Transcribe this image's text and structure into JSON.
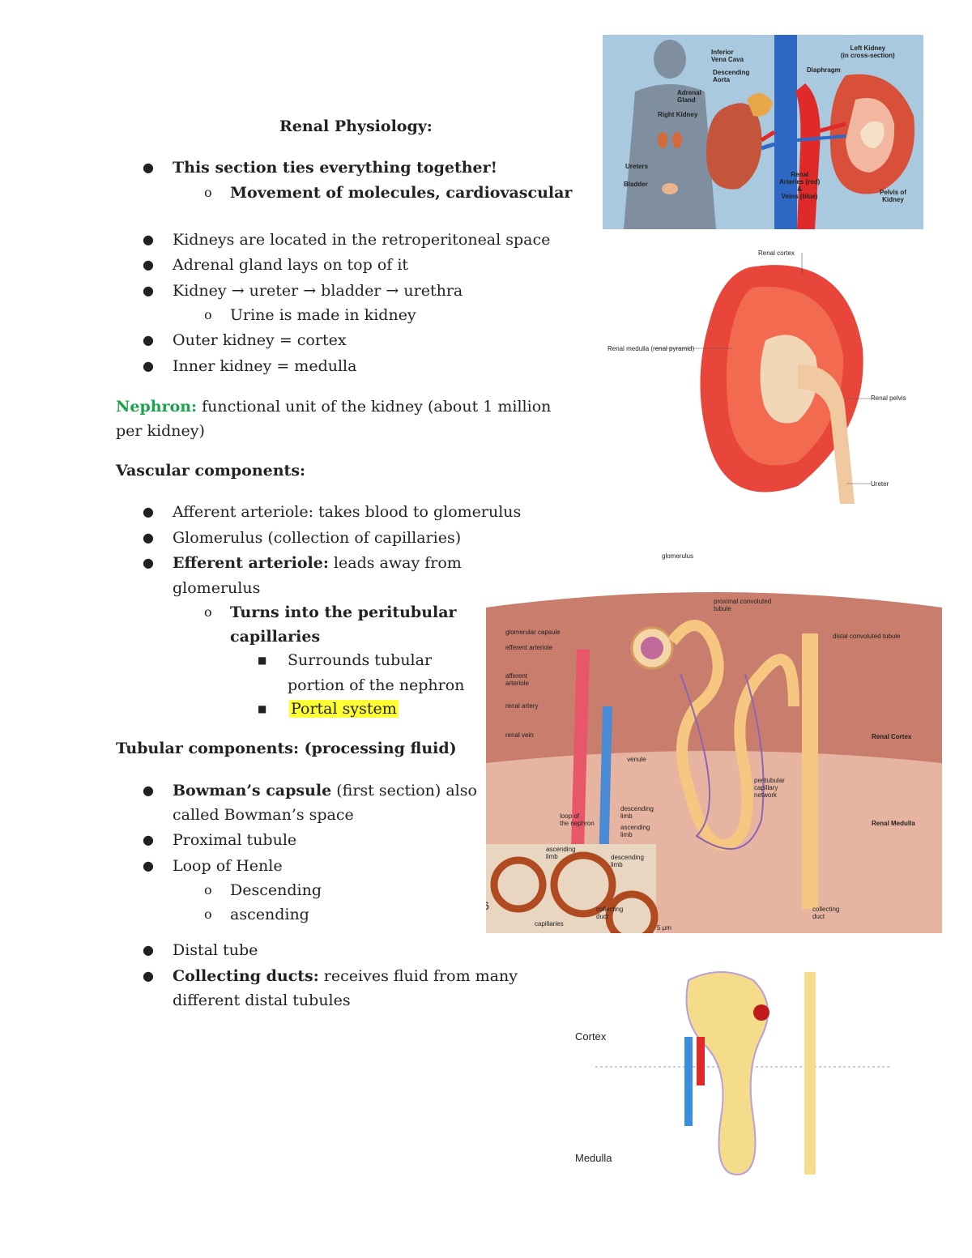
{
  "title": "Renal Physiology:",
  "intro": {
    "b1": "This section ties everything together!",
    "b1_sub": "Movement of molecules, cardiovascular"
  },
  "list1": [
    "Kidneys are located in the retroperitoneal space",
    "Adrenal  gland lays on top of it",
    "Kidney → ureter → bladder → urethra",
    "Urine is made in kidney",
    "Outer kidney = cortex",
    "Inner kidney = medulla"
  ],
  "nephron": {
    "term": "Nephron:",
    "line1": " functional unit of the kidney (about 1 million",
    "line2": "per kidney)"
  },
  "vascular": {
    "heading": "Vascular components:",
    "b1": "Afferent arteriole: takes blood to glomerulus",
    "b2": "Glomerulus (collection of capillaries)",
    "b3_bold": "Efferent arteriole:",
    "b3_rest": " leads away from",
    "b3_line2": "glomerulus",
    "sub1_line1": "Turns into the peritubular",
    "sub1_line2": "capillaries",
    "sq1_line1": "Surrounds tubular",
    "sq1_line2": "portion of the nephron",
    "sq2": "Portal system"
  },
  "tubular": {
    "heading": "Tubular components: (processing fluid)",
    "b1_bold": "Bowman’s capsule",
    "b1_rest": " (first section) also",
    "b1_line2": "called Bowman’s space",
    "b2": "Proximal tubule",
    "b3": "Loop of Henle",
    "b3_sub1": "Descending",
    "b3_sub2": "ascending",
    "b4": "Distal tube",
    "b5_bold": "Collecting ducts:",
    "b5_rest": " receives fluid from many",
    "b5_line2": "different distal tubules"
  },
  "fig1": {
    "labels": {
      "ivc": "Inferior\nVena Cava",
      "aorta": "Descending\nAorta",
      "left": "Left Kidney\n(in cross-section)",
      "diaphragm": "Diaphragm",
      "adrenal": "Adrenal\nGland",
      "right": "Right Kidney",
      "ureters": "Ureters",
      "bladder": "Bladder",
      "renal": "Renal\nArteries (red)\n&\nVeins (blue)",
      "pelvis": "Pelvis of\nKidney"
    }
  },
  "fig2": {
    "labels": {
      "cortex": "Renal cortex",
      "medulla": "Renal medulla (renal pyramid)",
      "pelvis": "Renal pelvis",
      "ureter": "Ureter"
    }
  },
  "fig3": {
    "labels": {
      "glomerulus": "glomerulus",
      "pct": "proximal convoluted\ntubule",
      "gcap": "glomerular capsule",
      "efferent": "efferent arteriole",
      "dct": "distal convoluted tubule",
      "afferent": "afferent\narteriole",
      "artery": "renal artery",
      "vein": "renal vein",
      "cortex": "Renal Cortex",
      "venule": "venule",
      "ptc": "peritubular\ncapillary\nnetwork",
      "loop": "loop of\nthe nephron",
      "desc": "descending\nlimb",
      "asc": "ascending\nlimb",
      "medulla": "Renal Medulla",
      "cd": "collecting\nduct",
      "m_asc": "ascending\nlimb",
      "m_desc": "descending\nlimb",
      "m_cd": "collecting\nduct",
      "m_cap": "capillaries",
      "scale": "5 μm",
      "stray": "6"
    }
  },
  "fig4": {
    "labels": {
      "cortex": "Cortex",
      "medulla": "Medulla"
    }
  }
}
